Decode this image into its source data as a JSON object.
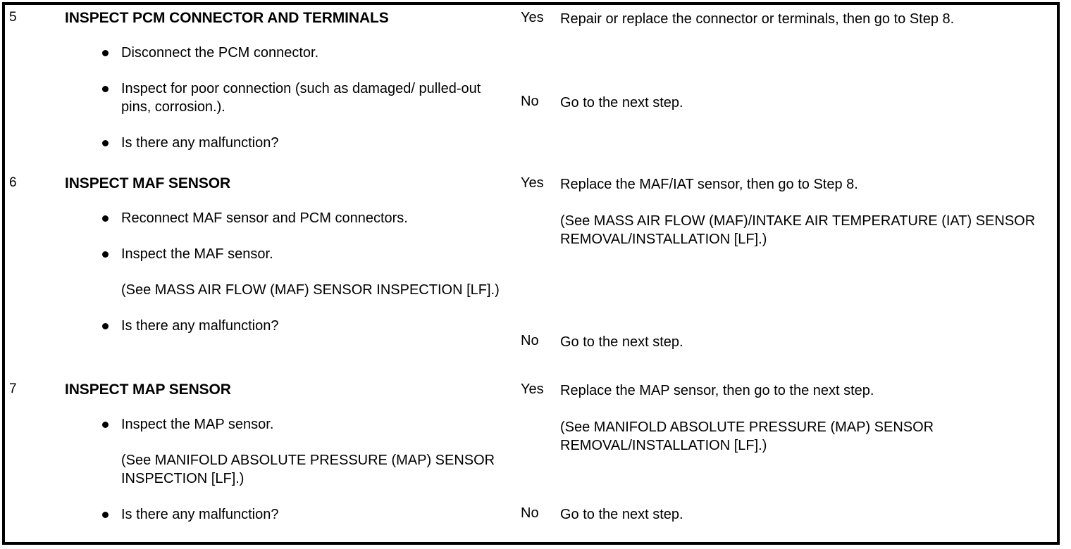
{
  "document": {
    "type": "diagnostic-procedure-table",
    "columns": {
      "step": "",
      "action": "",
      "decision": "",
      "result": ""
    }
  },
  "rows": [
    {
      "step": "5",
      "title": "INSPECT PCM CONNECTOR AND TERMINALS",
      "items": [
        {
          "kind": "bullet",
          "text": "Disconnect the PCM connector."
        },
        {
          "kind": "bullet",
          "text": "Inspect for poor connection (such as damaged/ pulled-out pins, corrosion.)."
        },
        {
          "kind": "bullet",
          "text": "Is there any malfunction?"
        }
      ],
      "yes": {
        "label": "Yes",
        "text": "Repair or replace the connector or terminals, then go to Step 8.",
        "note": ""
      },
      "no": {
        "label": "No",
        "text": "Go to the next step."
      }
    },
    {
      "step": "6",
      "title": "INSPECT MAF SENSOR",
      "items": [
        {
          "kind": "bullet",
          "text": "Reconnect MAF sensor and PCM connectors."
        },
        {
          "kind": "bullet",
          "text": "Inspect the MAF sensor."
        },
        {
          "kind": "note",
          "text": "(See MASS AIR FLOW (MAF) SENSOR INSPECTION [LF].)"
        },
        {
          "kind": "bullet",
          "text": "Is there any malfunction?"
        }
      ],
      "yes": {
        "label": "Yes",
        "text": "Replace the MAF/IAT sensor, then go to Step 8.",
        "note": "(See MASS AIR FLOW (MAF)/INTAKE AIR TEMPERATURE (IAT) SENSOR REMOVAL/INSTALLATION [LF].)"
      },
      "no": {
        "label": "No",
        "text": "Go to the next step."
      }
    },
    {
      "step": "7",
      "title": "INSPECT MAP SENSOR",
      "items": [
        {
          "kind": "bullet",
          "text": "Inspect the MAP sensor."
        },
        {
          "kind": "note",
          "text": "(See MANIFOLD ABSOLUTE PRESSURE (MAP) SENSOR INSPECTION [LF].)"
        },
        {
          "kind": "bullet",
          "text": "Is there any malfunction?"
        }
      ],
      "yes": {
        "label": "Yes",
        "text": "Replace the MAP sensor, then go to the next step.",
        "note": "(See MANIFOLD ABSOLUTE PRESSURE (MAP) SENSOR REMOVAL/INSTALLATION [LF].)"
      },
      "no": {
        "label": "No",
        "text": "Go to the next step."
      }
    }
  ],
  "colors": {
    "border": "#000000",
    "text": "#000000",
    "background": "#ffffff"
  }
}
